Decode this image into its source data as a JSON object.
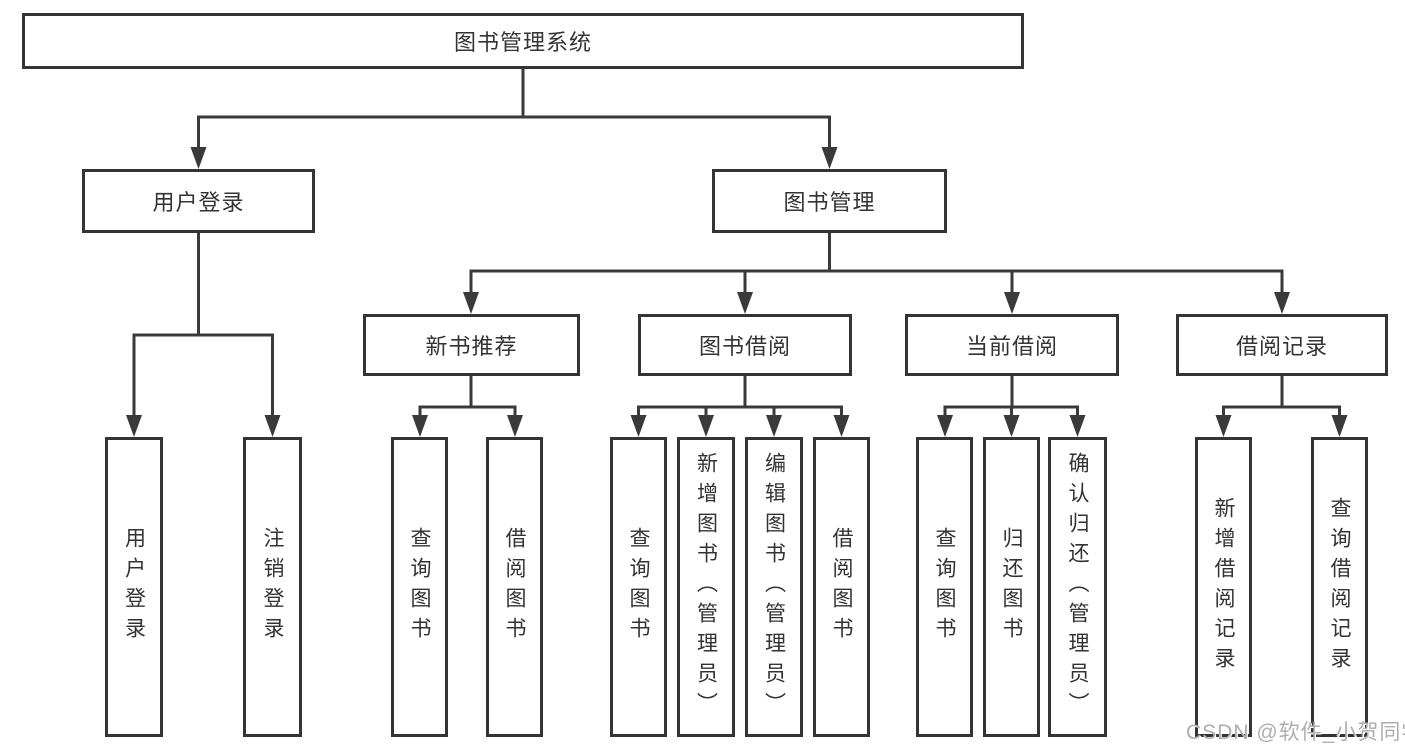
{
  "diagram": {
    "title": "图书管理系统",
    "watermark": "CSDN @软件_小贺同学",
    "colors": {
      "line": "#3a3a3a",
      "box_border": "#343434",
      "text": "#333333",
      "watermark_text": "#aeaeae",
      "background": "#ffffff"
    },
    "nodes": {
      "root": {
        "label": "图书管理系统"
      },
      "user_login": {
        "label": "用户登录"
      },
      "book_mgmt": {
        "label": "图书管理"
      },
      "new_book_rec": {
        "label": "新书推荐"
      },
      "book_borrow": {
        "label": "图书借阅"
      },
      "current_borrow": {
        "label": "当前借阅"
      },
      "borrow_record": {
        "label": "借阅记录"
      },
      "leaf_user_login": {
        "label": "用户登录"
      },
      "leaf_logout": {
        "label": "注销登录"
      },
      "leaf_query_book_1": {
        "label": "查询图书"
      },
      "leaf_borrow_book_1": {
        "label": "借阅图书"
      },
      "leaf_query_book_2": {
        "label": "查询图书"
      },
      "leaf_add_book": {
        "label": "新增图书（管理员）"
      },
      "leaf_edit_book": {
        "label": "编辑图书（管理员）"
      },
      "leaf_borrow_book_2": {
        "label": "借阅图书"
      },
      "leaf_query_book_3": {
        "label": "查询图书"
      },
      "leaf_return_book": {
        "label": "归还图书"
      },
      "leaf_confirm_return": {
        "label": "确认归还（管理员）"
      },
      "leaf_add_borrow_rec": {
        "label": "新增借阅记录"
      },
      "leaf_query_borrow_rec": {
        "label": "查询借阅记录"
      }
    },
    "hierarchy": [
      {
        "parent": "图书管理系统",
        "children": [
          "用户登录",
          "图书管理"
        ]
      },
      {
        "parent": "用户登录",
        "children": [
          "用户登录",
          "注销登录"
        ]
      },
      {
        "parent": "图书管理",
        "children": [
          "新书推荐",
          "图书借阅",
          "当前借阅",
          "借阅记录"
        ]
      },
      {
        "parent": "新书推荐",
        "children": [
          "查询图书",
          "借阅图书"
        ]
      },
      {
        "parent": "图书借阅",
        "children": [
          "查询图书",
          "新增图书（管理员）",
          "编辑图书（管理员）",
          "借阅图书"
        ]
      },
      {
        "parent": "当前借阅",
        "children": [
          "查询图书",
          "归还图书",
          "确认归还（管理员）"
        ]
      },
      {
        "parent": "借阅记录",
        "children": [
          "新增借阅记录",
          "查询借阅记录"
        ]
      }
    ]
  }
}
